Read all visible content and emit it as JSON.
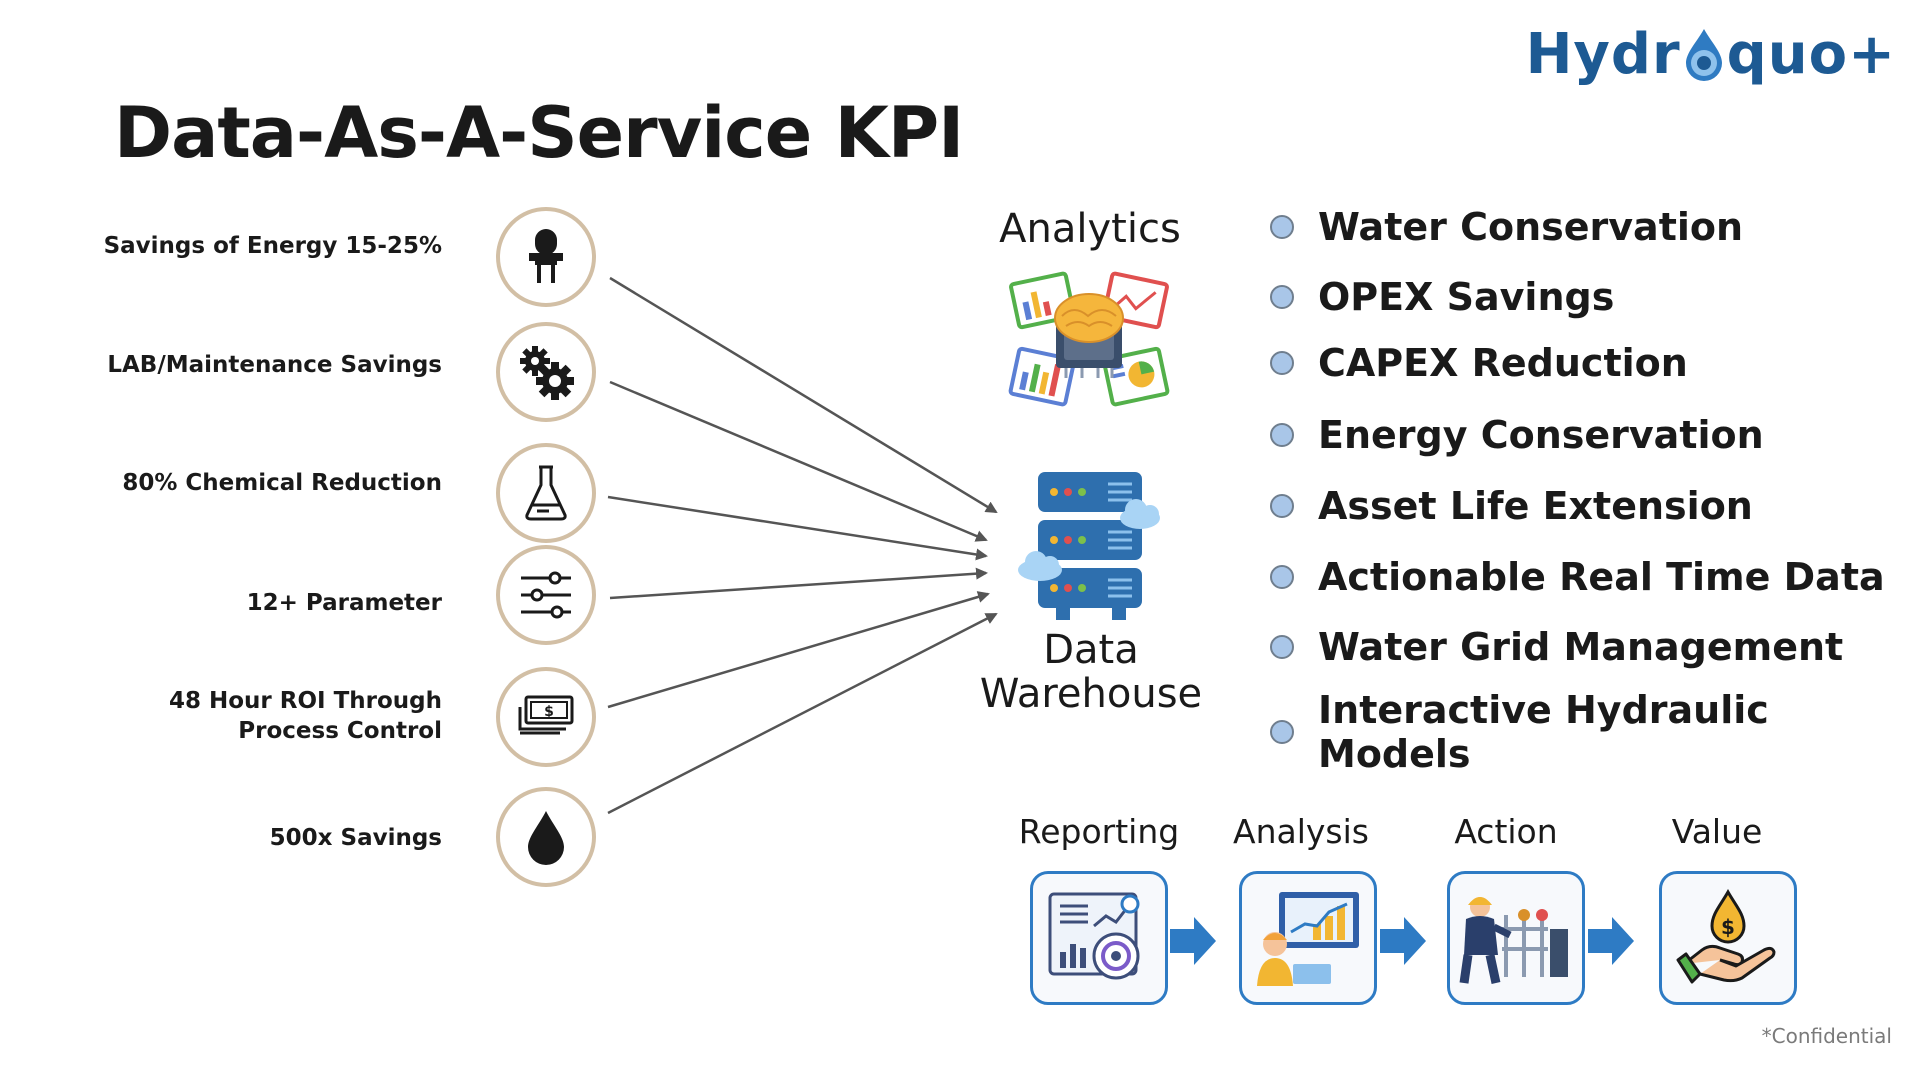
{
  "brand": {
    "logo_text_before": "Hydr",
    "logo_text_after": "quo+"
  },
  "title": "Data-As-A-Service KPI",
  "kpis": [
    {
      "label": "Savings of Energy 15-25%",
      "icon": "plug-icon"
    },
    {
      "label": "LAB/Maintenance Savings",
      "icon": "gears-icon"
    },
    {
      "label": "80% Chemical Reduction",
      "icon": "flask-icon"
    },
    {
      "label": "12+ Parameter",
      "icon": "sliders-icon"
    },
    {
      "label": "48 Hour ROI Through Process Control",
      "icon": "cash-icon"
    },
    {
      "label": "500x Savings",
      "icon": "drop-icon"
    }
  ],
  "center": {
    "analytics": "Analytics",
    "warehouse": "Data Warehouse"
  },
  "benefits": [
    "Water Conservation",
    "OPEX Savings",
    "CAPEX Reduction",
    "Energy Conservation",
    "Asset Life Extension",
    "Actionable Real Time Data",
    "Water Grid Management",
    "Interactive Hydraulic Models"
  ],
  "process_steps": [
    {
      "label": "Reporting",
      "icon": "report-icon"
    },
    {
      "label": "Analysis",
      "icon": "analysis-icon"
    },
    {
      "label": "Action",
      "icon": "worker-icon"
    },
    {
      "label": "Value",
      "icon": "money-hand-icon"
    }
  ],
  "footer": "*Confidential",
  "colors": {
    "brand_blue": "#1d5a93",
    "icon_ring": "#d2bfa5",
    "flow_blue": "#2e7bc4",
    "bullet": "#a9c6e8"
  }
}
